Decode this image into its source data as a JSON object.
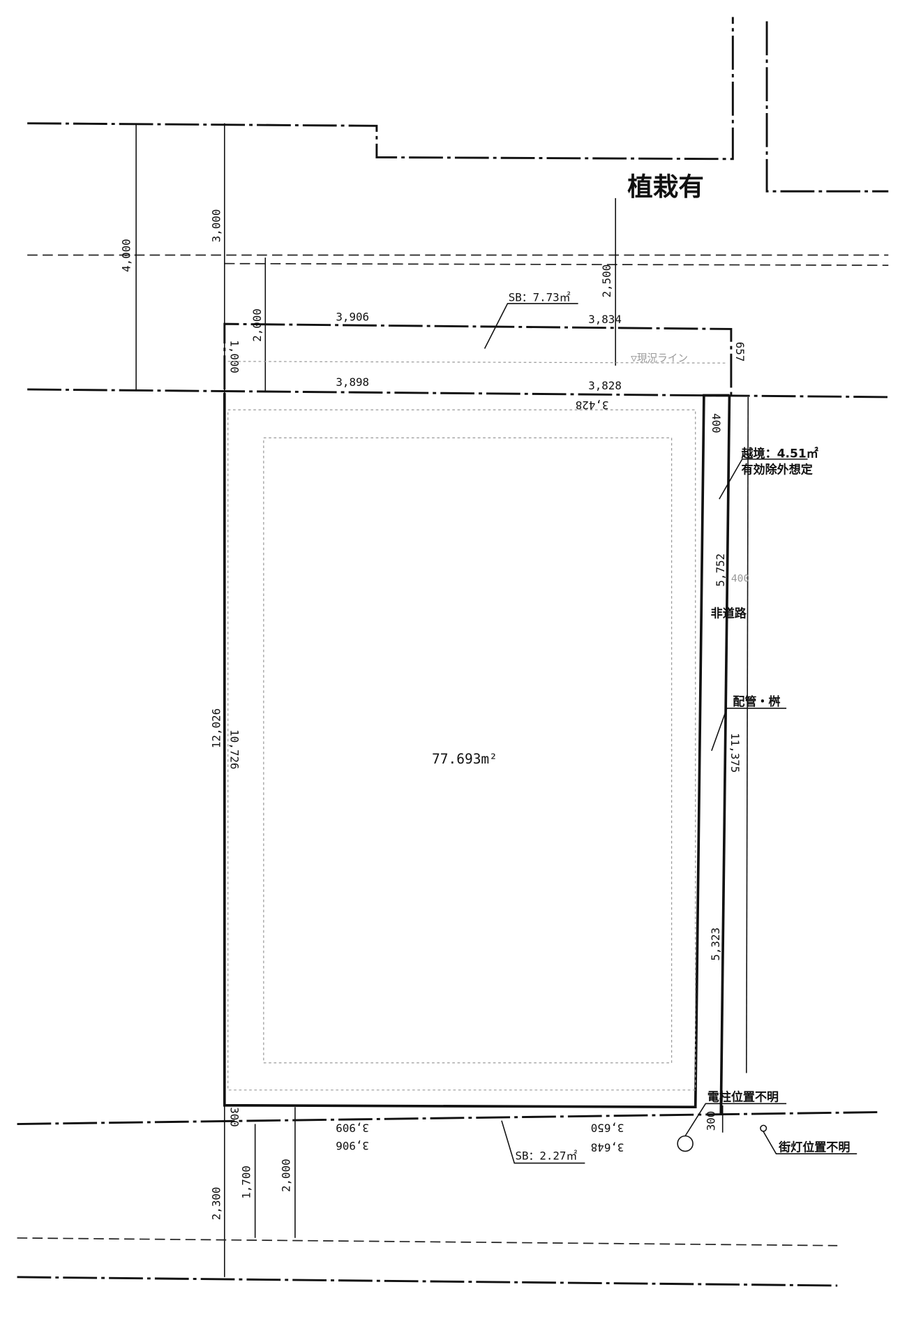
{
  "title_note": "植栽有",
  "lot_area": "77.693m²",
  "labels": {
    "sb_top": "SB：7.73㎡",
    "sb_bottom": "SB：2.27㎡",
    "encroach": "越境：4.51㎡",
    "encroach_note": "有効除外想定",
    "non_road": "非道路",
    "pipe": "配管・桝",
    "pole": "電柱位置不明",
    "streetlight": "街灯位置不明",
    "current_line": "▽現況ライン"
  },
  "dimensions": {
    "d4000": "4,000",
    "d3000": "3,000",
    "d2000_top": "2,000",
    "d1000": "1,000",
    "d2500": "2,500",
    "d3906_top": "3,906",
    "d3834": "3,834",
    "d657": "657",
    "d3898": "3,898",
    "d3828": "3,828",
    "d3428": "3,428",
    "d400": "400",
    "d5752": "5,752",
    "d400b": "400",
    "d12026": "12,026",
    "d10726": "10,726",
    "d11375": "11,375",
    "d5323": "5,323",
    "d300_left": "300",
    "d3909": "3,909",
    "d3650": "3,650",
    "d3906_bottom": "3,906",
    "d3648": "3,648",
    "d300_right": "300",
    "d2300": "2,300",
    "d1700": "1,700",
    "d2000_bottom": "2,000"
  }
}
